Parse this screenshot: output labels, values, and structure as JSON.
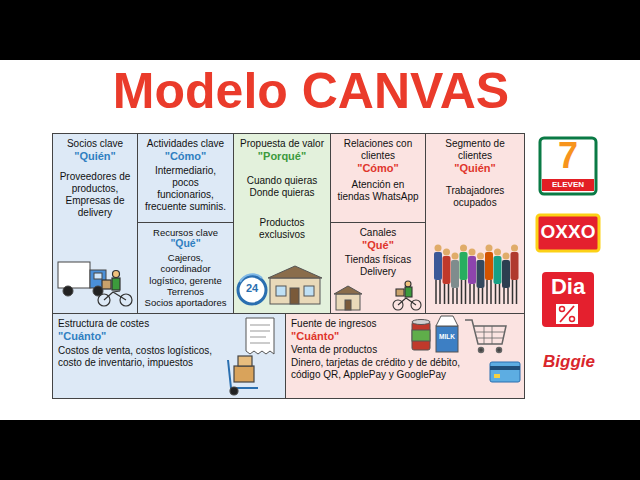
{
  "diagram": {
    "title": "Modelo CANVAS",
    "nodes": [
      {
        "text": [
          "Socios clave",
          "\"Quién\"",
          "Proveedores de productos, Empresas de delivery"
        ]
      },
      {
        "text": [
          "Actividades clave",
          "\"Cómo\"",
          "Intermediario, pocos funcionarios, frecuente suminis."
        ]
      },
      {
        "text": [
          "Recursos clave",
          "\"Qué\"",
          "Cajeros, coordinador logístico, gerente",
          "Terrenos",
          "Socios aportadores"
        ]
      },
      {
        "text": [
          "Propuesta de valor",
          "\"Porqué\"",
          "Cuando quieras Donde quieras",
          "Productos exclusivos"
        ]
      },
      {
        "text": [
          "Relaciones con clientes",
          "\"Cómo\"",
          "Atención en tiendas WhatsApp"
        ]
      },
      {
        "text": [
          "Canales",
          "\"Qué\"",
          "Tiendas físicas Delivery"
        ]
      },
      {
        "text": [
          "Segmento de clientes",
          "\"Quién\"",
          "Trabajadores ocupados"
        ]
      },
      {
        "text": [
          "Estructura de costes",
          "\"Cuánto\"",
          "Costos de venta, costos logísticos, costo de inventario, impuestos"
        ]
      },
      {
        "text": [
          "Fuente de ingresos",
          "\"Cuánto\"",
          "Venta de productos",
          "Dinero, tarjetas de crédito y de débito, código QR, ApplePay y GooglePay"
        ]
      }
    ],
    "labels": [
      "7",
      "ELEVEN",
      "OXXO",
      "Dia",
      "Biggie",
      "24",
      "MILK"
    ]
  }
}
